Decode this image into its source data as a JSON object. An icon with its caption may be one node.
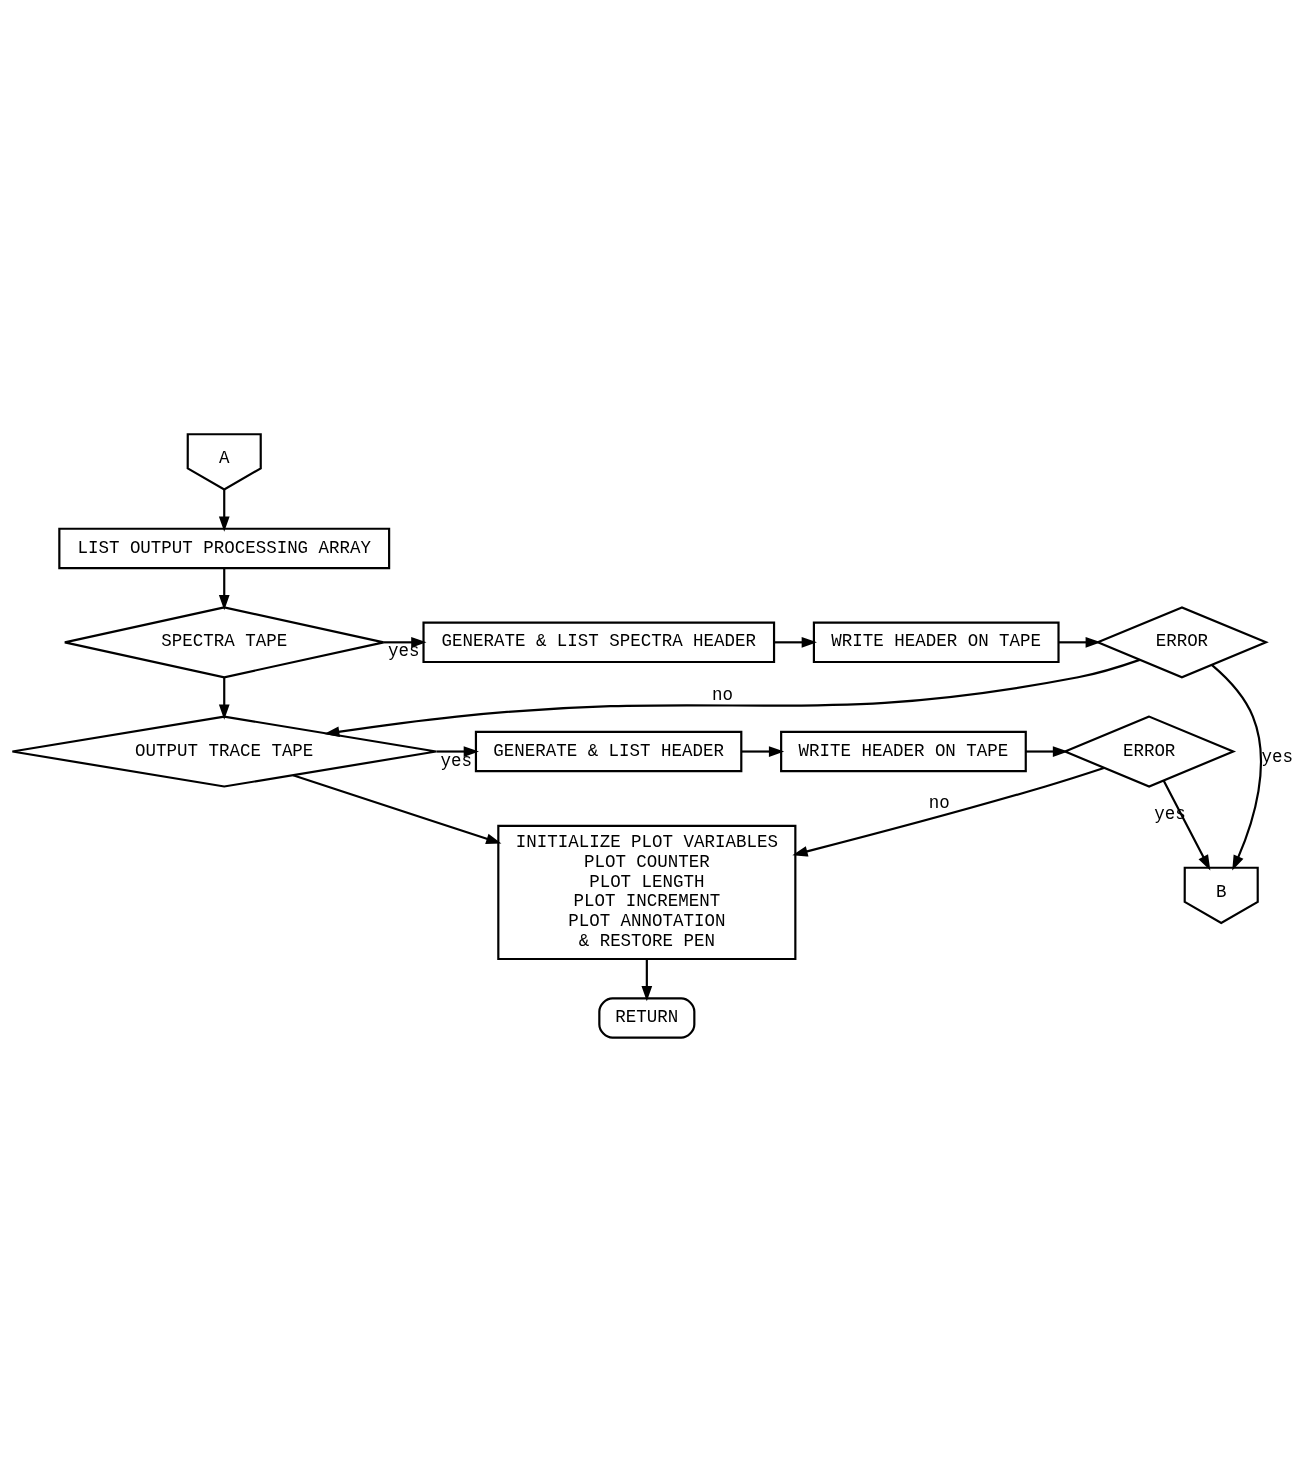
{
  "diagram": {
    "nodes": [
      {
        "text": [
          "A"
        ]
      },
      {
        "text": [
          "LIST OUTPUT PROCESSING ARRAY"
        ]
      },
      {
        "text": [
          "SPECTRA TAPE"
        ]
      },
      {
        "text": [
          "GENERATE & LIST SPECTRA HEADER"
        ]
      },
      {
        "text": [
          "WRITE HEADER ON TAPE"
        ]
      },
      {
        "text": [
          "ERROR"
        ]
      },
      {
        "text": [
          "OUTPUT TRACE TAPE"
        ]
      },
      {
        "text": [
          "GENERATE & LIST HEADER"
        ]
      },
      {
        "text": [
          "WRITE HEADER ON TAPE"
        ]
      },
      {
        "text": [
          "ERROR"
        ]
      },
      {
        "text": [
          "INITIALIZE PLOT VARIABLES",
          "PLOT COUNTER",
          "PLOT LENGTH",
          "PLOT INCREMENT",
          "PLOT ANNOTATION",
          "& RESTORE PEN"
        ]
      },
      {
        "text": [
          "RETURN"
        ]
      },
      {
        "text": [
          "B"
        ]
      }
    ],
    "edges": [
      {
        "from": 0,
        "to": 1,
        "arrow": "to"
      },
      {
        "from": 1,
        "to": 2,
        "arrow": "to"
      },
      {
        "from": 2,
        "to": 3,
        "arrow": "to",
        "label": "yes"
      },
      {
        "from": 3,
        "to": 4,
        "arrow": "to"
      },
      {
        "from": 4,
        "to": 5,
        "arrow": "to"
      },
      {
        "from": 5,
        "to": 12,
        "arrow": "to",
        "label": "yes"
      },
      {
        "from": 5,
        "to": 6,
        "arrow": "to",
        "label": "no"
      },
      {
        "from": 2,
        "to": 6,
        "arrow": "to"
      },
      {
        "from": 6,
        "to": 7,
        "arrow": "to",
        "label": "yes"
      },
      {
        "from": 7,
        "to": 8,
        "arrow": "to"
      },
      {
        "from": 8,
        "to": 9,
        "arrow": "to"
      },
      {
        "from": 9,
        "to": 12,
        "arrow": "to",
        "label": "yes"
      },
      {
        "from": 9,
        "to": 10,
        "arrow": "to",
        "label": "no"
      },
      {
        "from": 6,
        "to": 10,
        "arrow": "to"
      },
      {
        "from": 10,
        "to": 11,
        "arrow": "to"
      }
    ]
  }
}
